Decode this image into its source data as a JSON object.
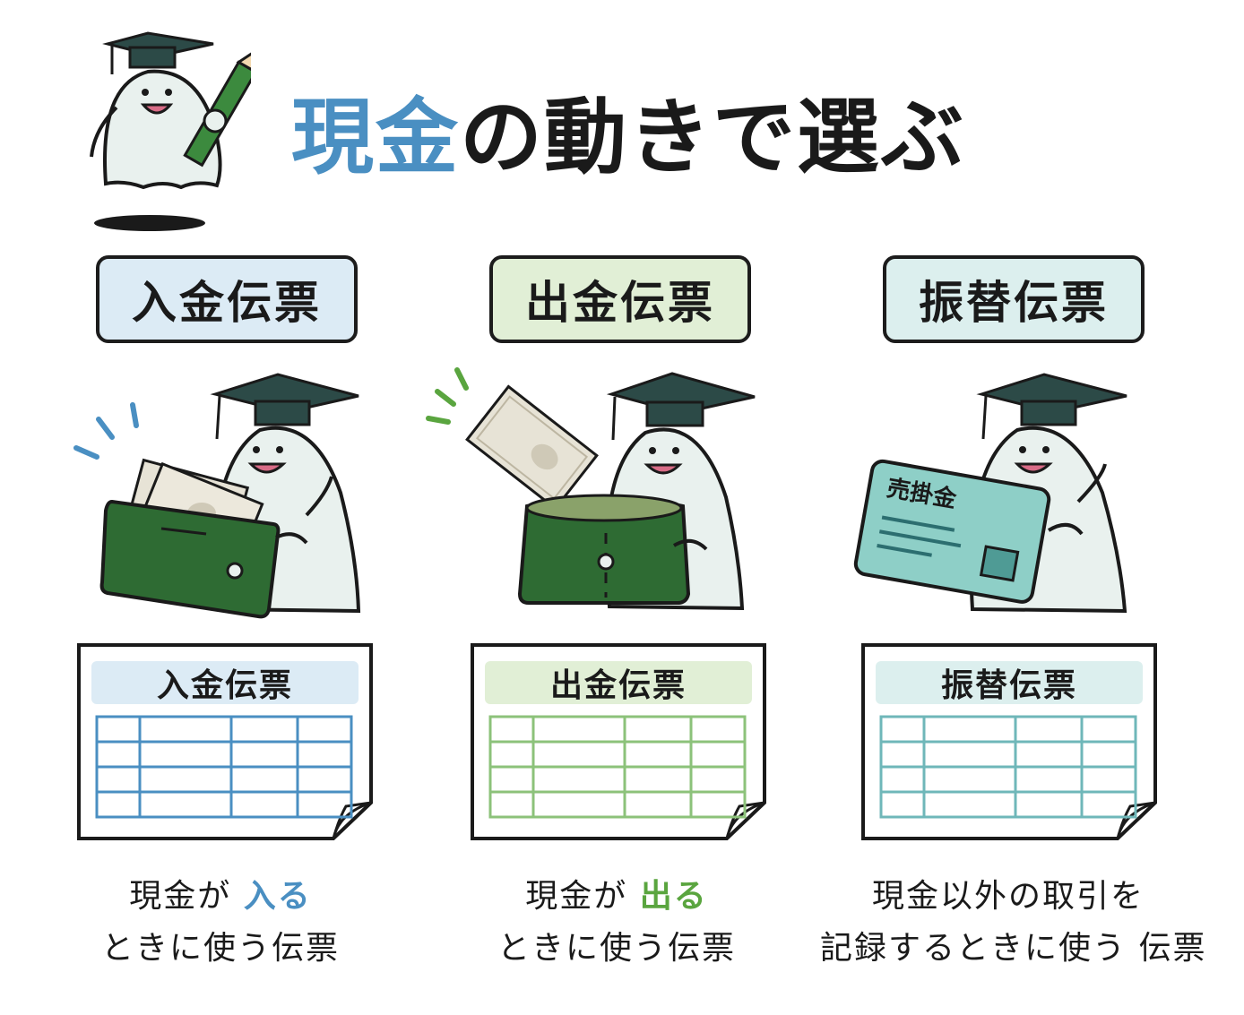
{
  "header": {
    "title_highlight": "現金",
    "title_rest": "の動きで選ぶ"
  },
  "colors": {
    "blue": "#4a8fc2",
    "green": "#5aa53f",
    "teal": "#6fb7b9",
    "wallet": "#2e6b33",
    "card": "#8ecfc7"
  },
  "columns": [
    {
      "label": "入金伝票",
      "doc_title": "入金伝票",
      "desc_prefix": "現金が",
      "desc_emphasis": "入る",
      "desc_line2": "ときに使う伝票"
    },
    {
      "label": "出金伝票",
      "doc_title": "出金伝票",
      "desc_prefix": "現金が",
      "desc_emphasis": "出る",
      "desc_line2": "ときに使う伝票"
    },
    {
      "label": "振替伝票",
      "doc_title": "振替伝票",
      "desc_line1": "現金以外の取引を",
      "desc_line2": "記録するときに使う 伝票",
      "card_text": "売掛金"
    }
  ]
}
